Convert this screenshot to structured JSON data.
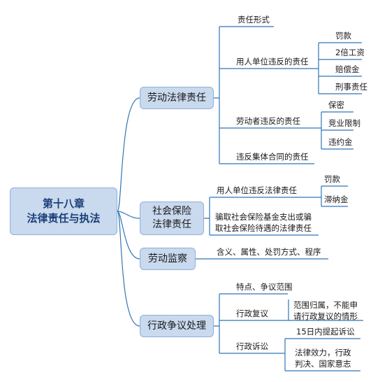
{
  "root": {
    "line1": "第十八章",
    "line2": "法律责任与执法"
  },
  "branches": {
    "labor": {
      "title": "劳动法律责任",
      "form": "责任形式",
      "employer": {
        "label": "用人单位违反的责任",
        "items": [
          "罚款",
          "2倍工资",
          "赔偿金",
          "刑事责任"
        ]
      },
      "worker": {
        "label": "劳动者违反的责任",
        "items": [
          "保密",
          "竞业限制",
          "违约金"
        ]
      },
      "collective": "违反集体合同的责任"
    },
    "social": {
      "title_line1": "社会保险",
      "title_line2": "法律责任",
      "employer": {
        "label": "用人单位违反法律责任",
        "items": [
          "罚款",
          "滞纳金"
        ]
      },
      "fraud_line1": "骗取社会保险基金支出或骗",
      "fraud_line2": "取社会保险待遇的法律责任"
    },
    "inspection": {
      "title": "劳动监察",
      "detail": "含义、属性、处罚方式、程序"
    },
    "admin": {
      "title": "行政争议处理",
      "features": "特点、争议范围",
      "review": {
        "label": "行政复议",
        "detail_line1": "范围归属，不能申",
        "detail_line2": "请行政复议的情形"
      },
      "litigation": {
        "label": "行政诉讼",
        "deadline": "15日内提起诉讼",
        "effect_line1": "法律效力，行政",
        "effect_line2": "判决、国家意志"
      }
    }
  }
}
